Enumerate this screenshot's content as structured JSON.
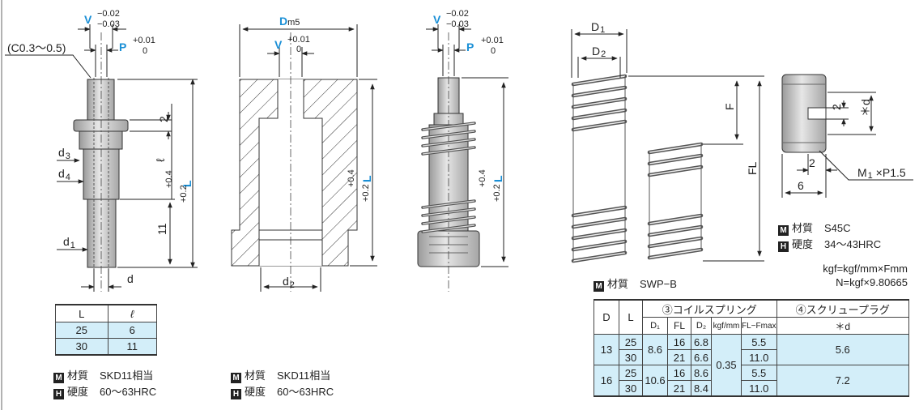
{
  "labels": {
    "v": "V",
    "v_tol_upper": "−0.02",
    "v_tol_lower": "−0.03",
    "p": "P",
    "p_tol_upper": "+0.01",
    "p_tol_lower": "0",
    "chamfer": "(C0.3～0.5)",
    "two": "2",
    "d3": "d",
    "d3_sub": "3",
    "d4": "d",
    "d4_sub": "4",
    "d1": "d",
    "d1_sub": "1",
    "d": "d",
    "ell": "ℓ",
    "L": "L",
    "L_tol_upper": "+0.4",
    "L_tol_lower": "+0.2",
    "eleven": "11",
    "Dm5_D": "D",
    "Dm5_sub": "m5",
    "bush_v_tol_upper": "+0.01",
    "bush_v_tol_lower": "0",
    "d2": "d",
    "d2_sub": "2",
    "D1": "D",
    "D1_sub": "1",
    "D2": "D",
    "D2_sub": "2",
    "F": "F",
    "FL": "FL",
    "star_d": "＊d",
    "screw_2a": "2",
    "screw_2b": "2",
    "six": "6",
    "M1_thread": "M",
    "M1_sub": "1",
    "M1_rest": " ×P1.5"
  },
  "pin_table": {
    "headers": [
      "L",
      "ℓ"
    ],
    "rows": [
      [
        "25",
        "6"
      ],
      [
        "30",
        "11"
      ]
    ]
  },
  "materials": {
    "pin": {
      "material_label": "材質",
      "material": "SKD11相当",
      "hardness_label": "硬度",
      "hardness": "60～63HRC"
    },
    "bush": {
      "material_label": "材質",
      "material": "SKD11相当",
      "hardness_label": "硬度",
      "hardness": "60～63HRC"
    },
    "spring": {
      "material_label": "材質",
      "material": "SWP−B"
    },
    "screw": {
      "material_label": "材質",
      "material": "S45C",
      "hardness_label": "硬度",
      "hardness": "34～43HRC"
    },
    "mark_m": "M",
    "mark_h": "H"
  },
  "formula": {
    "line1": "kgf=kgf/mm×Fmm",
    "line2": "N=kgf×9.80665"
  },
  "spring_table": {
    "h_D": "D",
    "h_L": "L",
    "h_coil": "③コイルスプリング",
    "h_screw": "④スクリュープラグ",
    "sub_headers": [
      "D₁",
      "FL",
      "D₂",
      "kgf/mm",
      "FL−Fmax",
      "＊d"
    ],
    "group1": {
      "D": "13",
      "D1": "8.6",
      "star_d": "5.6",
      "rows": [
        {
          "L": "25",
          "FL": "16",
          "D2": "6.8",
          "fmax": "5.5"
        },
        {
          "L": "30",
          "FL": "21",
          "D2": "6.6",
          "fmax": "11.0"
        }
      ]
    },
    "group2": {
      "D": "16",
      "D1": "10.6",
      "star_d": "7.2",
      "rows": [
        {
          "L": "25",
          "FL": "16",
          "D2": "8.6",
          "fmax": "5.5"
        },
        {
          "L": "30",
          "FL": "21",
          "D2": "8.4",
          "fmax": "11.0"
        }
      ]
    },
    "kgf": "0.35"
  }
}
